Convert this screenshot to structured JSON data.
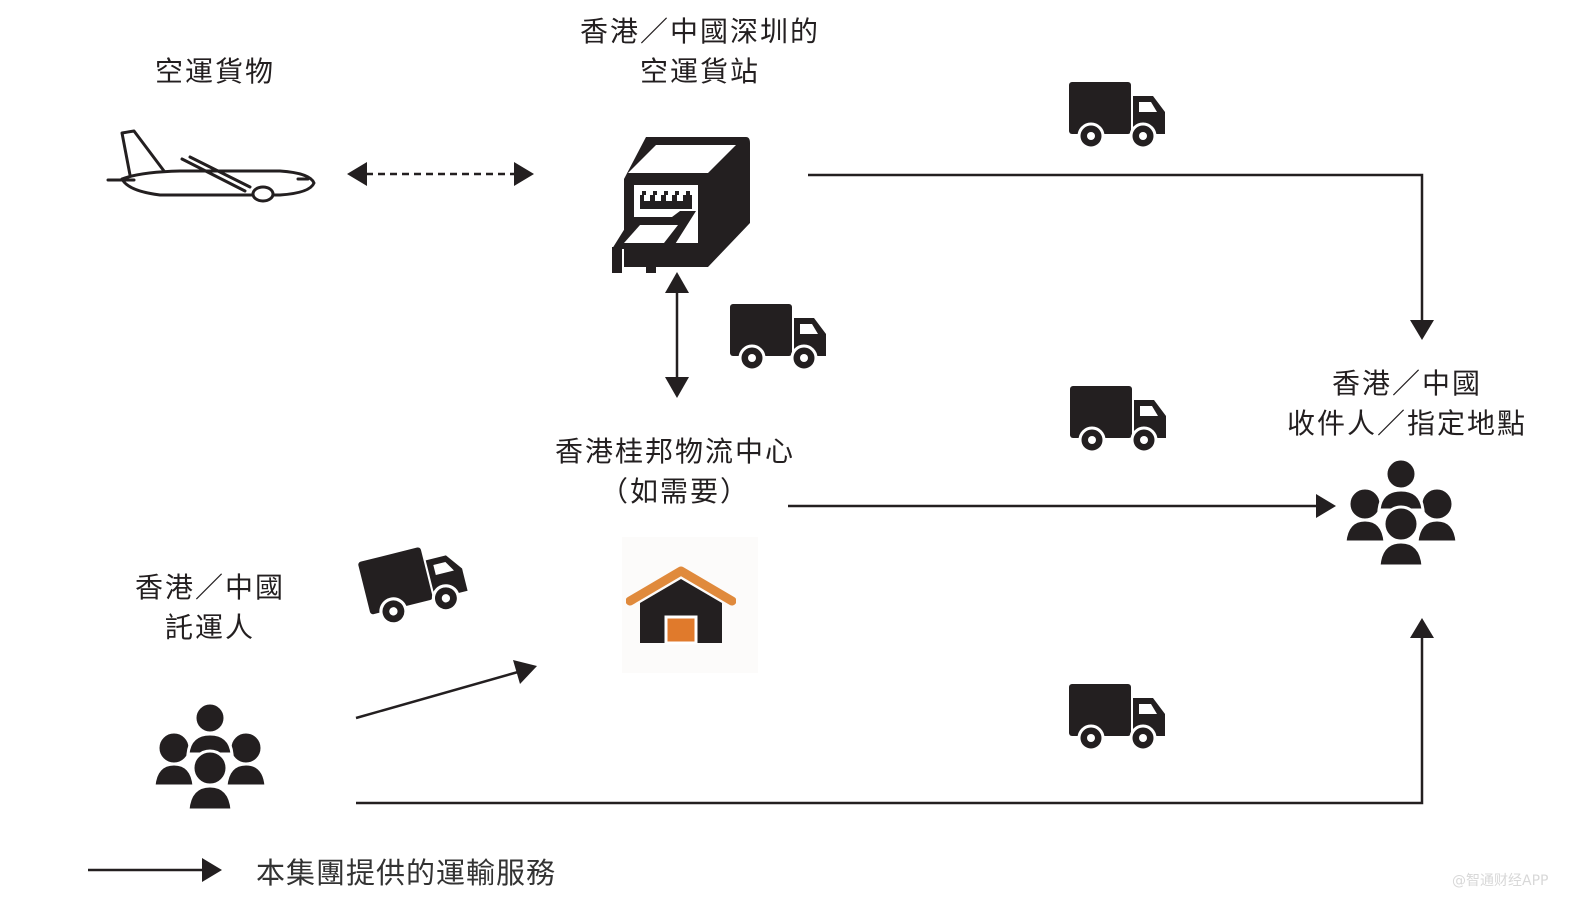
{
  "nodes": {
    "air_cargo": {
      "label_lines": [
        "空運貨物"
      ],
      "icon": "airplane-icon"
    },
    "air_cargo_terminal": {
      "label_lines": [
        "香港／中國深圳的",
        "空運貨站"
      ],
      "icon": "cargo-terminal-icon"
    },
    "logistics_centre": {
      "label_lines": [
        "香港桂邦物流中心",
        "（如需要）"
      ],
      "icon": "warehouse-icon"
    },
    "shipper": {
      "label_lines": [
        "香港／中國",
        "託運人"
      ],
      "icon": "people-group-icon"
    },
    "consignee": {
      "label_lines": [
        "香港／中國",
        "收件人／指定地點"
      ],
      "icon": "people-group-icon"
    }
  },
  "edges": [
    {
      "from": "air_cargo",
      "to": "air_cargo_terminal",
      "style": "dashed",
      "direction": "both",
      "truck": false
    },
    {
      "from": "air_cargo_terminal",
      "to": "logistics_centre",
      "style": "solid",
      "direction": "both",
      "truck": true
    },
    {
      "from": "air_cargo_terminal",
      "to": "consignee",
      "style": "solid",
      "direction": "forward",
      "truck": true
    },
    {
      "from": "logistics_centre",
      "to": "consignee",
      "style": "solid",
      "direction": "forward",
      "truck": true
    },
    {
      "from": "shipper",
      "to": "logistics_centre",
      "style": "solid",
      "direction": "forward",
      "truck": true
    },
    {
      "from": "shipper",
      "to": "consignee",
      "style": "solid",
      "direction": "forward",
      "truck": true
    }
  ],
  "legend": {
    "label": "本集團提供的運輸服務",
    "meaning": "solid arrow"
  },
  "watermark": "@智通财经APP",
  "colors": {
    "ink": "#231f20",
    "roof": "#e08a3c",
    "door": "#e07a2c",
    "warehouse": "#231f20"
  }
}
